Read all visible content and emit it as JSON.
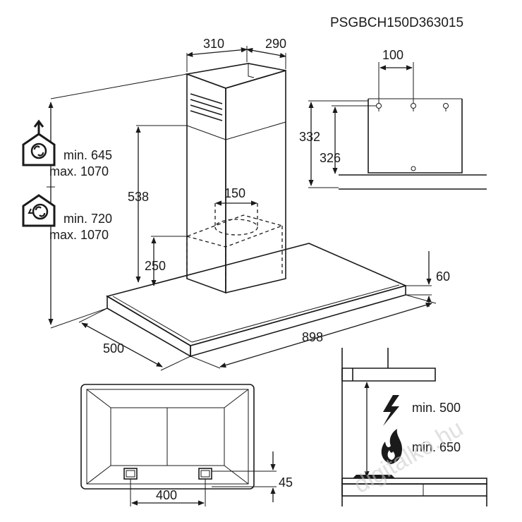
{
  "model_code": "PSGBCH150D363015",
  "dimensions": {
    "chimney_depth": "310",
    "chimney_width": "290",
    "chimney_height": "538",
    "outlet_diameter": "150",
    "motor_height": "250",
    "canopy_thickness": "60",
    "canopy_depth": "500",
    "canopy_width": "898",
    "bracket_spacing": "100",
    "bracket_height_outer": "332",
    "bracket_height_inner": "326",
    "bottom_spacing": "400",
    "bottom_offset": "45"
  },
  "extraction_mode": {
    "icon": "house-fan-extraction-icon",
    "min": "min. 645",
    "max": "max. 1070"
  },
  "recirculation_mode": {
    "icon": "house-fan-recirculation-icon",
    "min": "min. 720",
    "max": "max. 1070"
  },
  "electric_hob": {
    "icon": "lightning-icon",
    "label": "min. 500"
  },
  "gas_hob": {
    "icon": "flame-icon",
    "label": "min. 650"
  },
  "watermark": "digitalko.hu"
}
